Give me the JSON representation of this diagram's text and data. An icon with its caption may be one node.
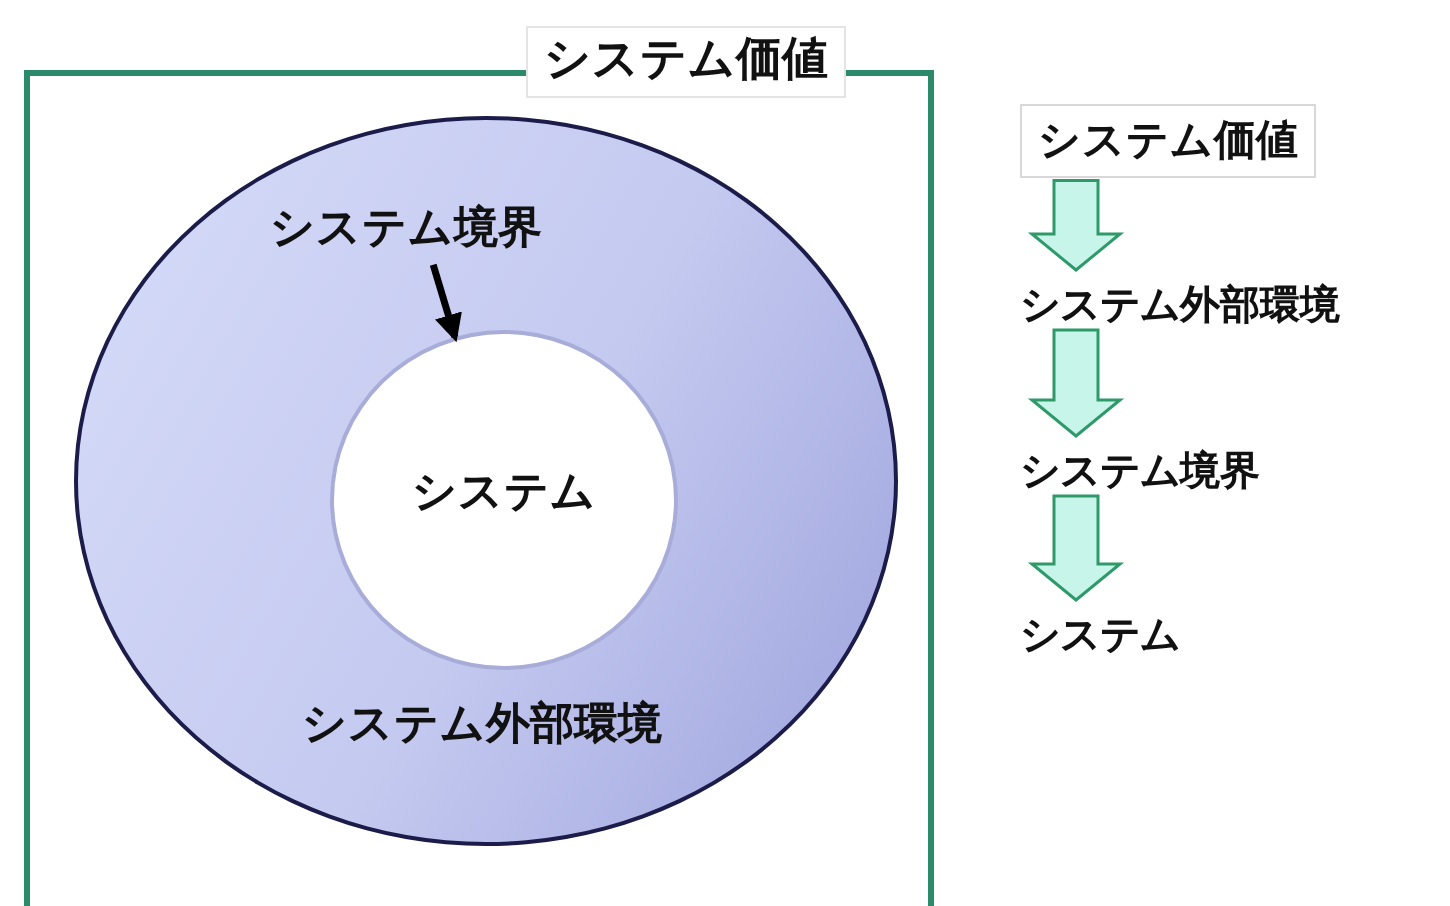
{
  "diagram": {
    "nodes": [
      {
        "text": [
          "システム価値"
        ]
      },
      {
        "text": [
          "システム外部環境"
        ],
        "in": 0
      },
      {
        "text": [
          "システム"
        ],
        "in": 1
      },
      {
        "text": [
          "システム境界"
        ],
        "in": 1
      },
      {
        "text": [
          "システム価値"
        ]
      },
      {
        "text": [
          "システム外部環境"
        ]
      },
      {
        "text": [
          "システム境界"
        ]
      },
      {
        "text": [
          "システム"
        ]
      }
    ],
    "edges": [
      {
        "from": 3,
        "to": 2,
        "arrow": "to",
        "color": "#000000"
      },
      {
        "from": 4,
        "to": 5,
        "arrow": "to"
      },
      {
        "from": 5,
        "to": 6,
        "arrow": "to"
      },
      {
        "from": 6,
        "to": 7,
        "arrow": "to"
      }
    ]
  }
}
